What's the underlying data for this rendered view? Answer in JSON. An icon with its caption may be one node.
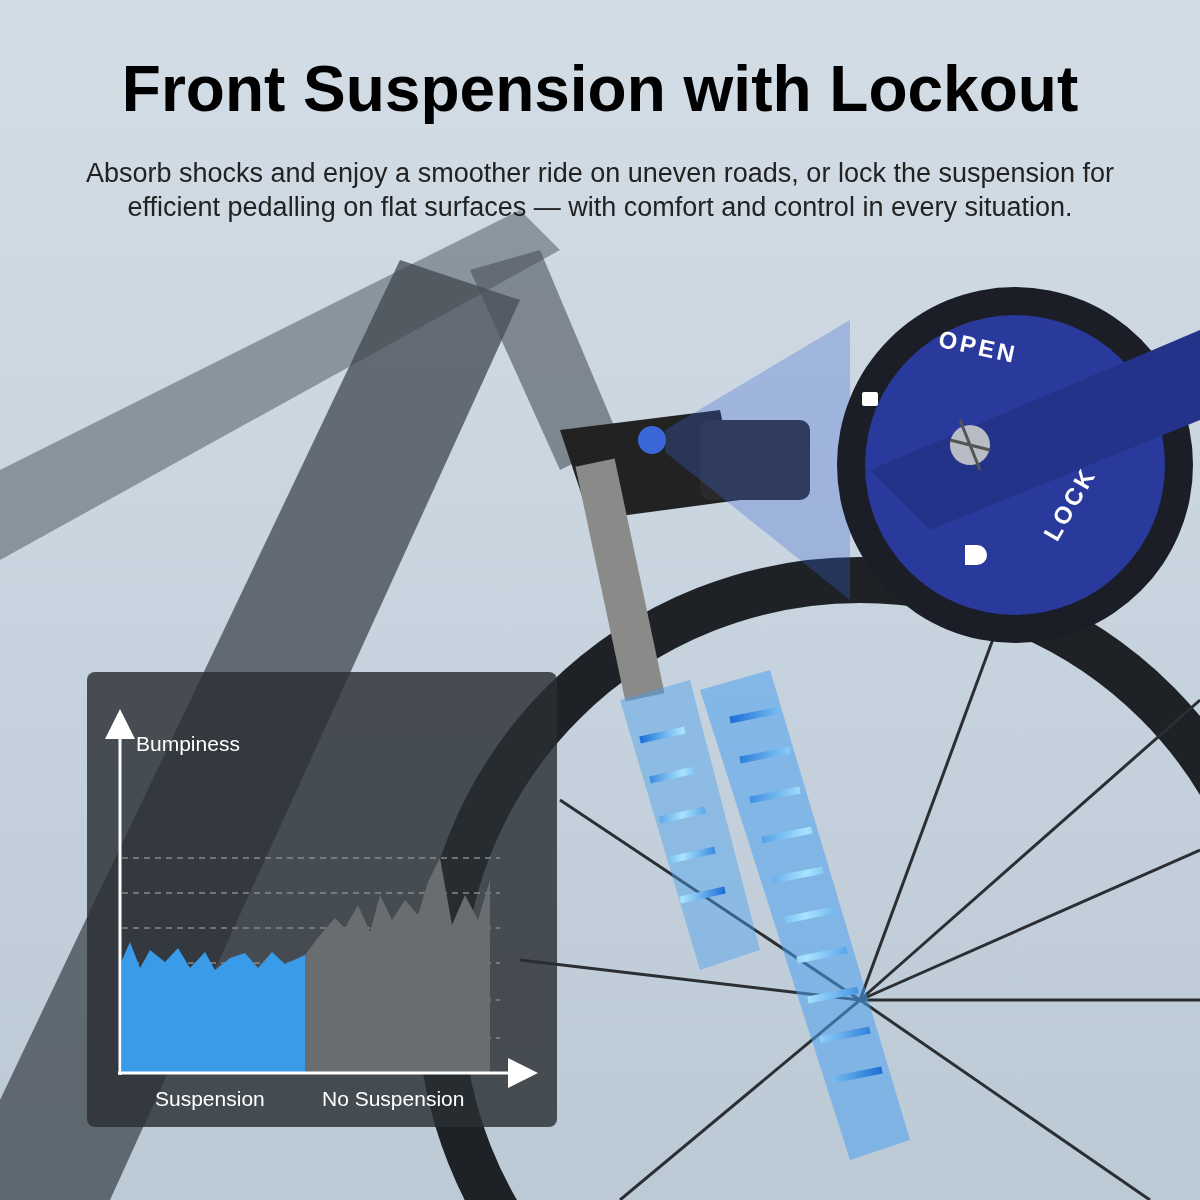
{
  "diagram": {
    "title": "Front Suspension with Lockout",
    "labels": [
      "Absorb shocks and enjoy a smoother ride on uneven roads, or lock the suspension for efficient pedalling on flat surfaces — with comfort and control in every situation.",
      "OPEN",
      "LOCK",
      "Bumpiness",
      "Suspension",
      "No Suspension"
    ]
  }
}
